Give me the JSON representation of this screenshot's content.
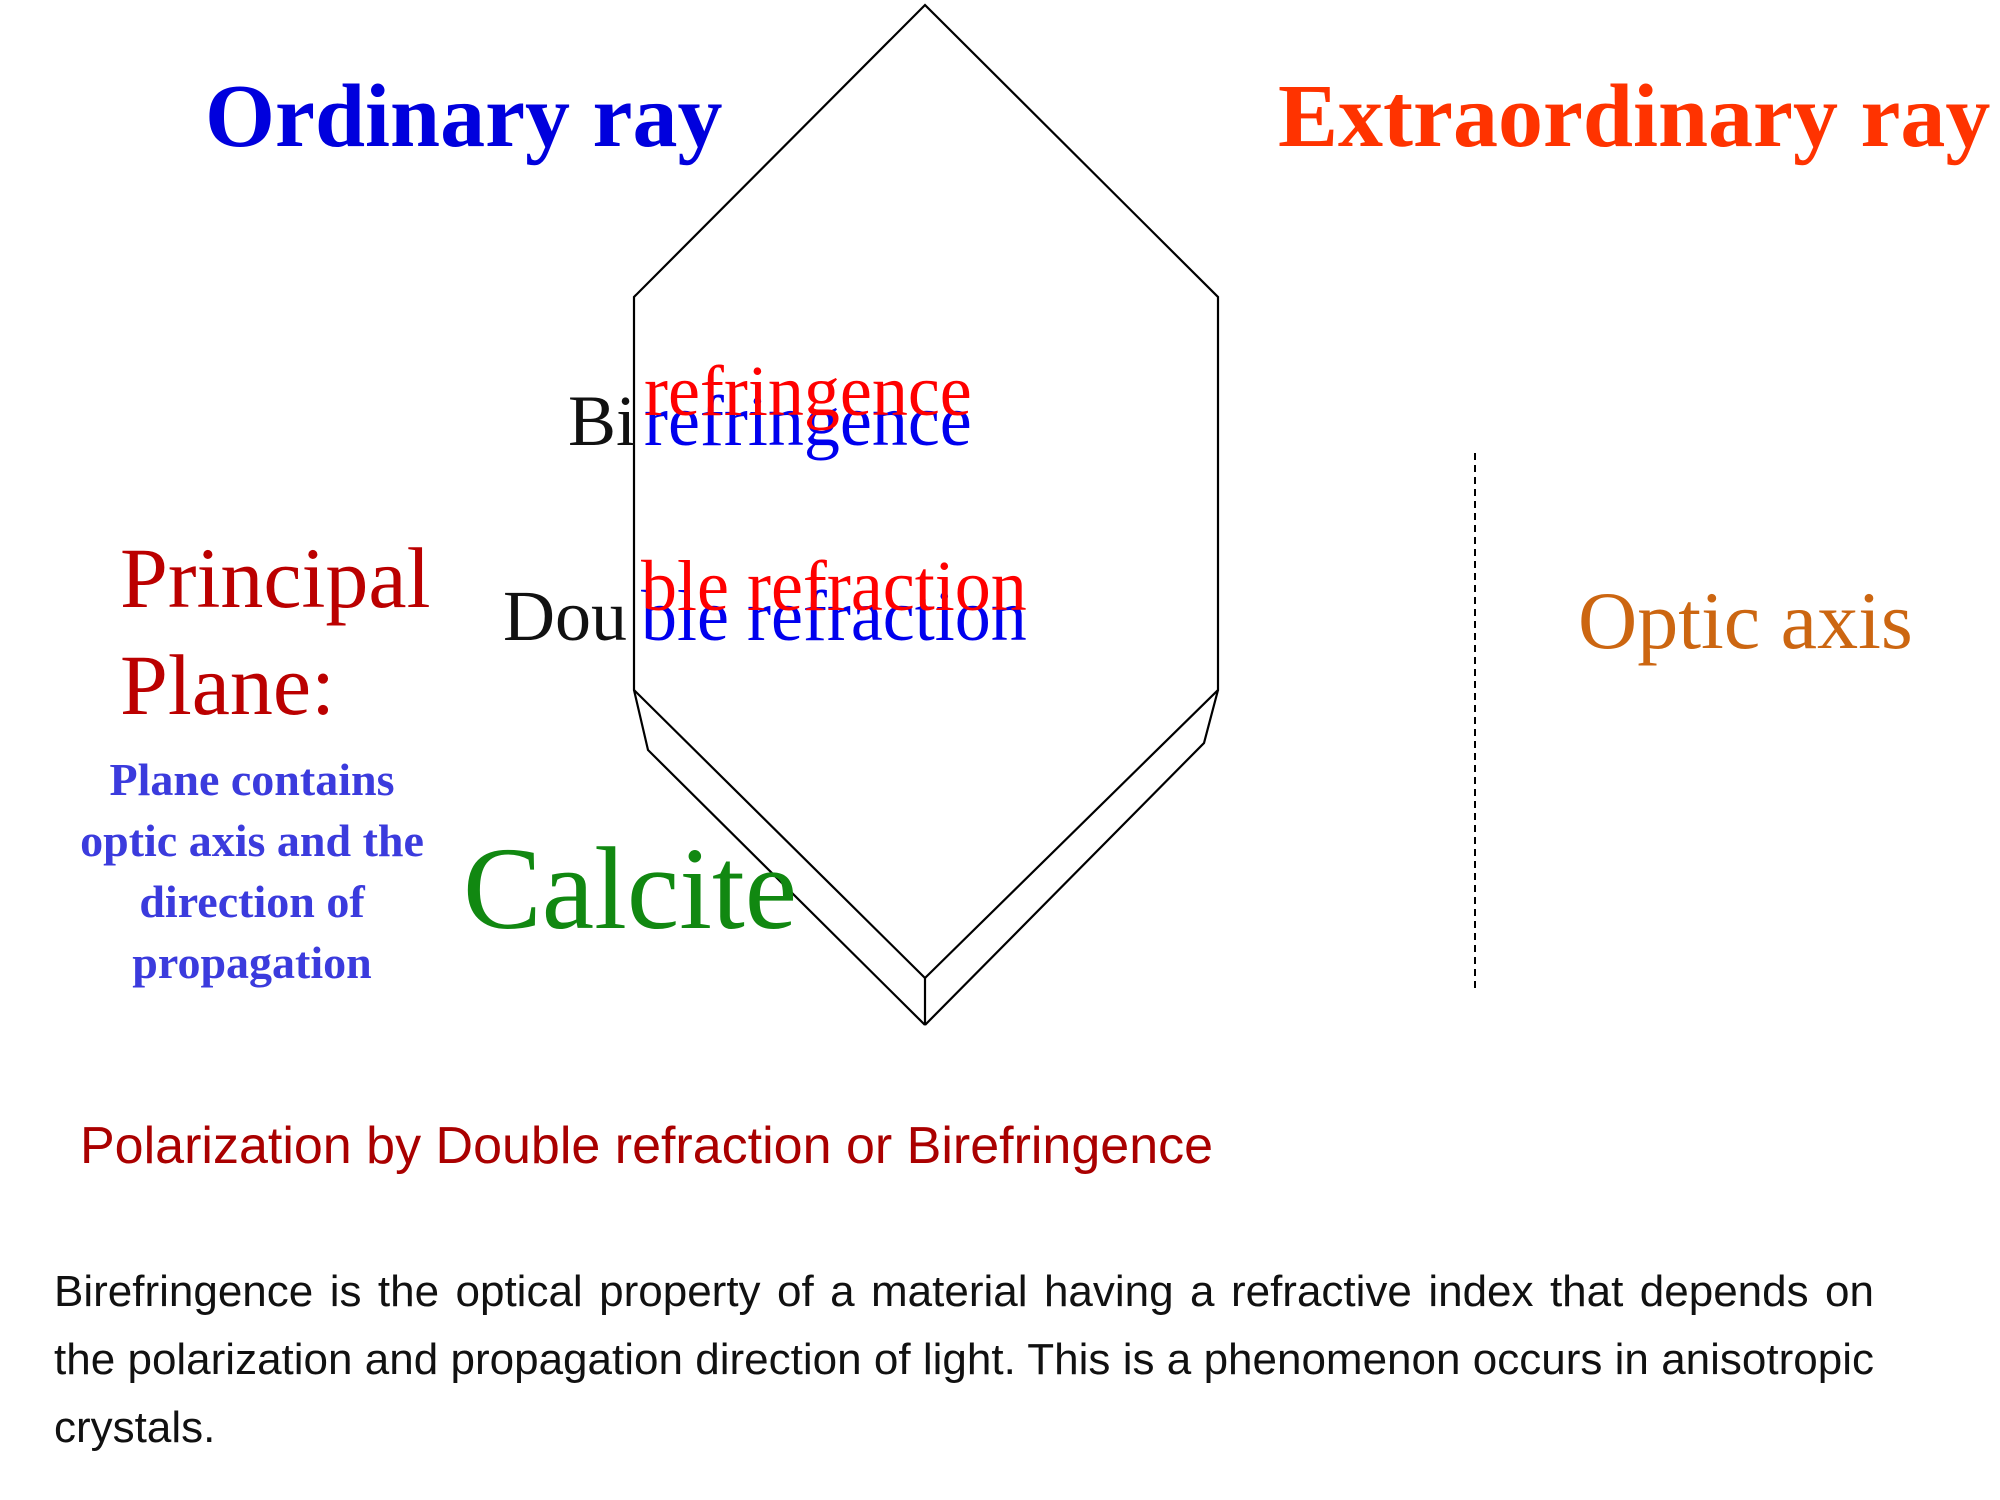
{
  "heading_ordinary": "Ordinary ray",
  "heading_extraordinary": "Extraordinary ray",
  "word_biref_black": "Bi",
  "word_biref_red": "refringence",
  "word_biref_blue": "refringence",
  "word_double_black": "Dou",
  "word_double_red": "ble refraction",
  "word_double_blue": "ble refraction",
  "principal_line1": "Principal",
  "principal_line2": "Plane:",
  "plane_def": [
    "Plane contains",
    "optic axis and the",
    "direction of",
    "propagation"
  ],
  "calcite_label": "Calcite",
  "optic_axis_label": "Optic axis",
  "caption": "Polarization by Double refraction or Birefringence",
  "paragraph": "Birefringence is the optical  property of a material having a refractive index  that depends on the polarization and propagation direction of light. This is a phenomenon occurs in anisotropic crystals.",
  "colors": {
    "ordinary": "#0000dd",
    "extraordinary": "#ff3300",
    "principal": "#bb0000",
    "plane_def": "#3b3bdd",
    "calcite": "#118811",
    "optic_axis": "#cc6611",
    "caption": "#aa0000",
    "red_ray": "#ff0000",
    "blue_ray": "#0000ee"
  }
}
